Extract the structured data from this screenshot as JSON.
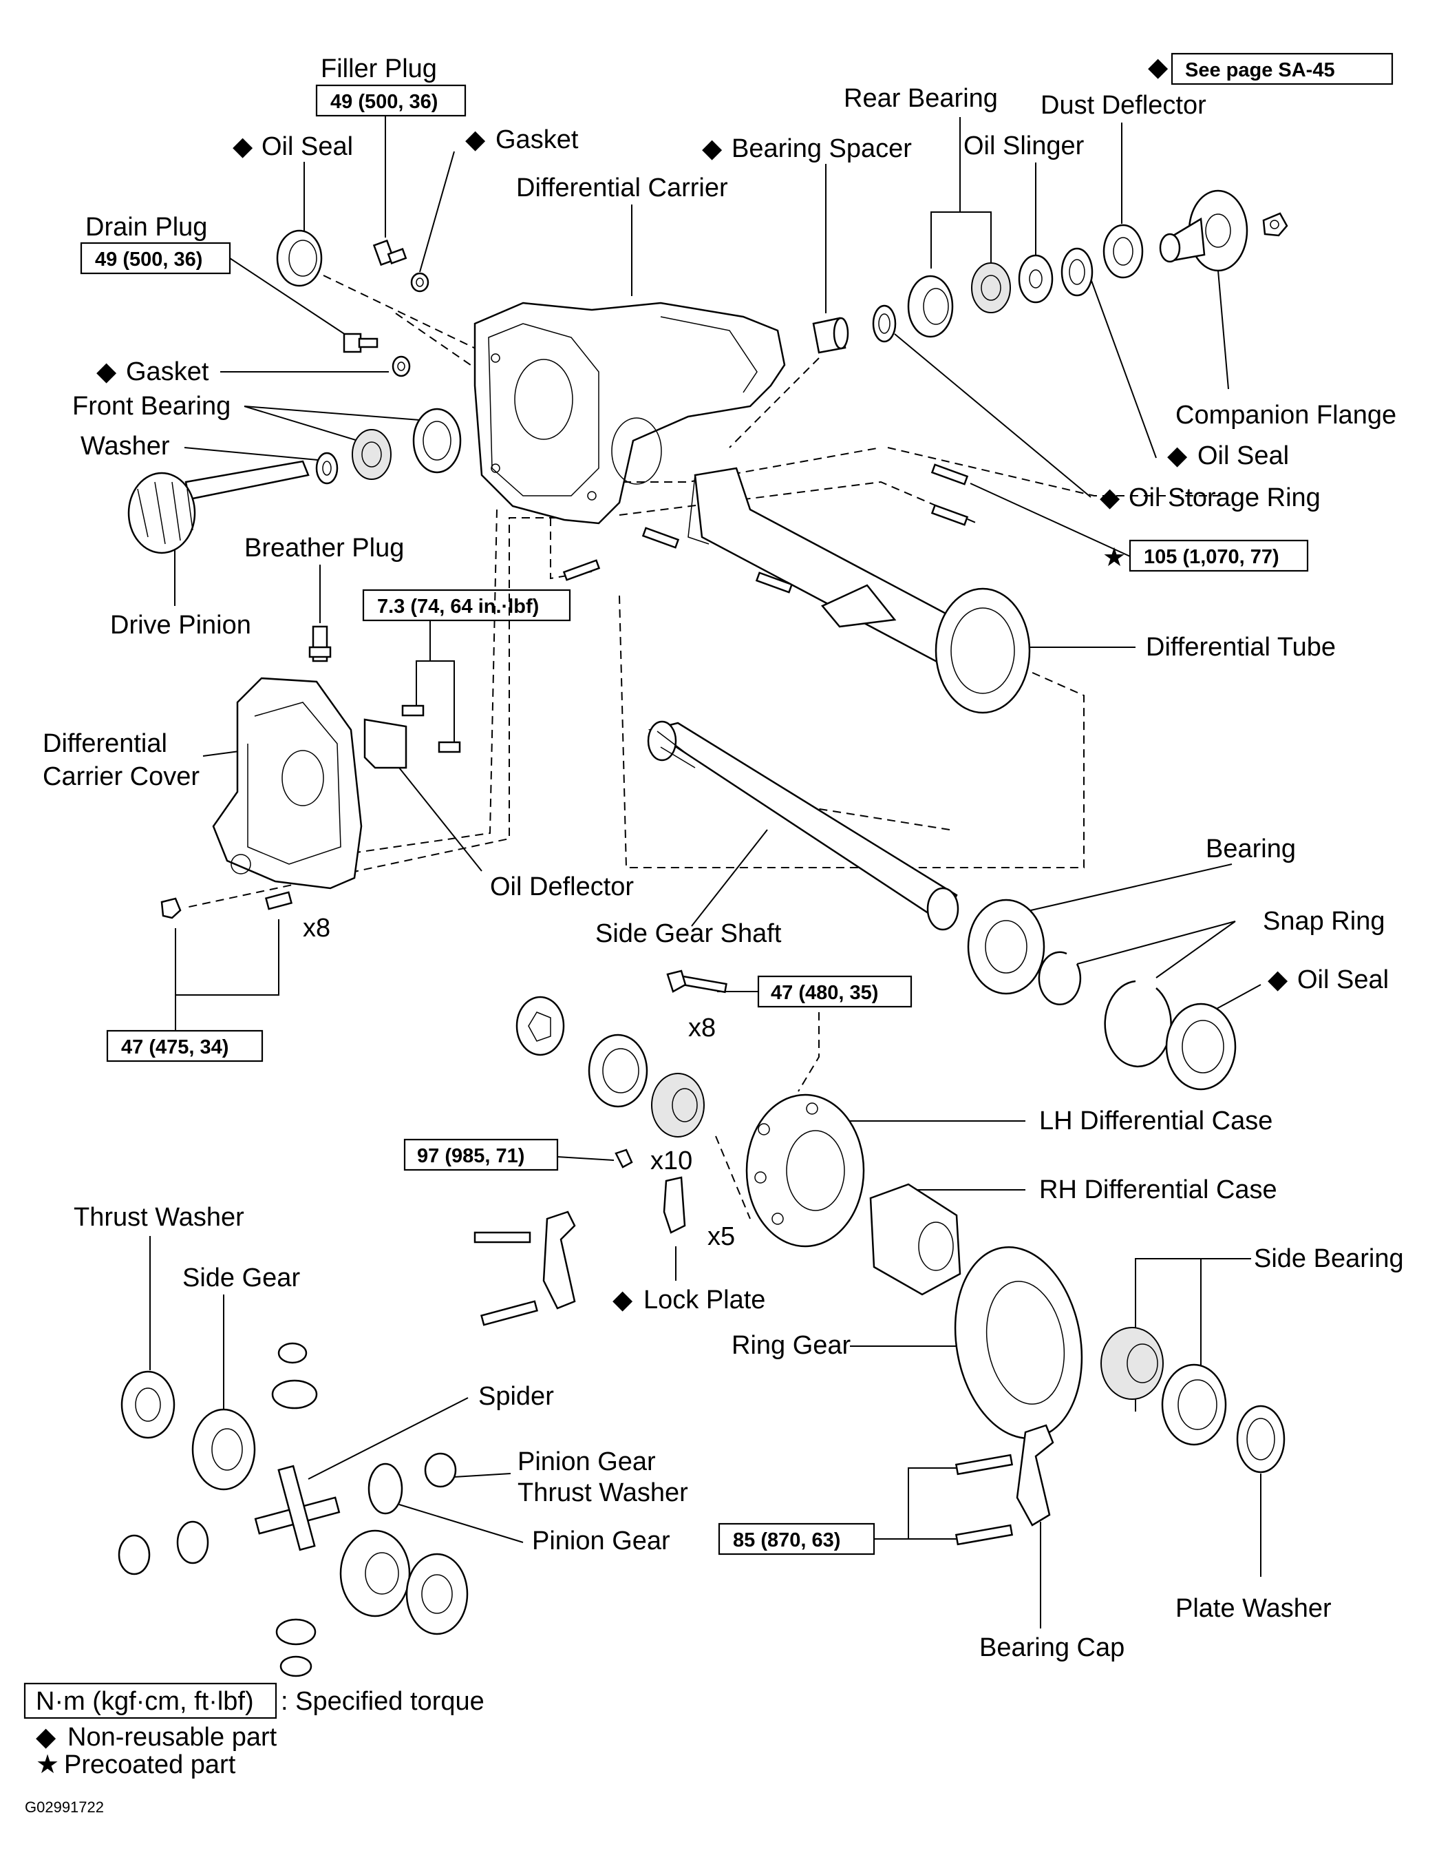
{
  "labels": {
    "filler_plug": "Filler Plug",
    "oil_seal_top": "Oil Seal",
    "gasket_top": "Gasket",
    "drain_plug": "Drain Plug",
    "differential_carrier": "Differential Carrier",
    "bearing_spacer": "Bearing Spacer",
    "rear_bearing": "Rear Bearing",
    "oil_slinger": "Oil Slinger",
    "dust_deflector": "Dust Deflector",
    "companion_flange": "Companion Flange",
    "gasket_mid": "Gasket",
    "front_bearing": "Front Bearing",
    "washer": "Washer",
    "oil_seal_right": "Oil Seal",
    "oil_storage_ring": "Oil Storage Ring",
    "drive_pinion": "Drive Pinion",
    "breather_plug": "Breather Plug",
    "differential_tube": "Differential Tube",
    "differential_carrier_cover_1": "Differential",
    "differential_carrier_cover_2": "Carrier Cover",
    "oil_deflector": "Oil Deflector",
    "bearing": "Bearing",
    "snap_ring": "Snap Ring",
    "side_gear_shaft": "Side Gear Shaft",
    "oil_seal_lower": "Oil Seal",
    "lh_differential_case": "LH Differential Case",
    "rh_differential_case": "RH Differential Case",
    "thrust_washer": "Thrust Washer",
    "side_gear": "Side Gear",
    "side_bearing": "Side Bearing",
    "lock_plate": "Lock Plate",
    "ring_gear": "Ring Gear",
    "spider": "Spider",
    "pinion_gear_thrust_washer_1": "Pinion Gear",
    "pinion_gear_thrust_washer_2": "Thrust Washer",
    "pinion_gear": "Pinion Gear",
    "plate_washer": "Plate Washer",
    "bearing_cap": "Bearing Cap"
  },
  "quantities": {
    "x8_carrier_cover": "x8",
    "x8_lh_case": "x8",
    "x10": "x10",
    "x5": "x5"
  },
  "torque_specs": {
    "see_page": "See page SA-45",
    "filler_plug": "49 (500, 36)",
    "drain_plug": "49 (500, 36)",
    "tube_bolts": "105 (1,070, 77)",
    "oil_deflector": "7.3 (74, 64 in.·lbf)",
    "carrier_cover": "47 (475, 34)",
    "lh_case_bolt": "47 (480, 35)",
    "lock_plate_bolt": "97 (985, 71)",
    "bearing_cap": "85 (870, 63)"
  },
  "symbols": {
    "non_reusable": "◆",
    "precoated": "★"
  },
  "legend": {
    "torque_unit": "N·m (kgf·cm, ft·lbf)",
    "torque_desc": ": Specified torque",
    "non_reusable": "Non-reusable part",
    "precoated": "Precoated part"
  },
  "figure_code": "G02991722"
}
